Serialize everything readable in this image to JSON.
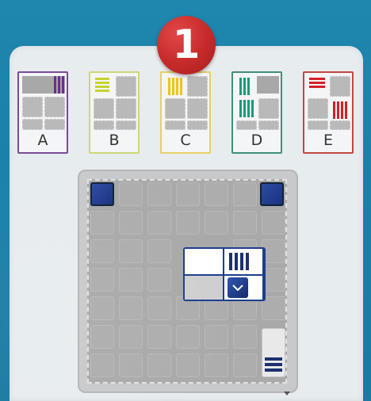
{
  "puzzle": {
    "number": "1"
  },
  "tiles": [
    {
      "label": "A",
      "color": "#6a2f8a",
      "frame": "#7a4b96"
    },
    {
      "label": "B",
      "color": "#c7d32c",
      "frame": "#cdd77a"
    },
    {
      "label": "C",
      "color": "#f0c419",
      "frame": "#e7cf67"
    },
    {
      "label": "D",
      "color": "#1a9b7a",
      "frame": "#3f8f7b"
    },
    {
      "label": "E",
      "color": "#d42027",
      "frame": "#c0473f"
    }
  ],
  "board": {
    "grid_size": "7x7",
    "corner_color": "#1f3c8f",
    "piece_color": "#1c3170"
  }
}
